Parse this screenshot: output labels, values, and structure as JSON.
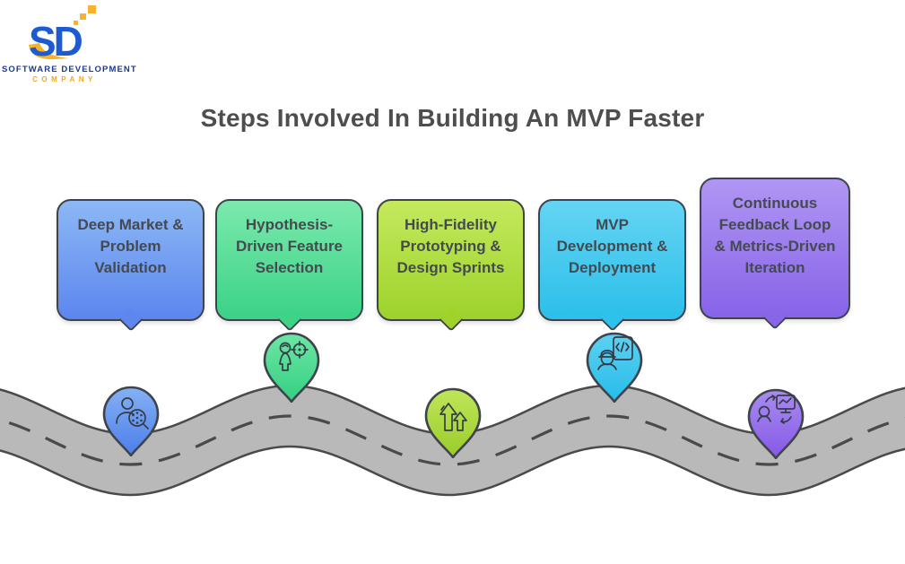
{
  "brand": {
    "logo_mark": "SD",
    "logo_line1": "SOFTWARE DEVELOPMENT",
    "logo_line2": "COMPANY",
    "logo_blue": "#1e5ad0",
    "logo_yellow": "#f6b32b"
  },
  "title": "Steps Involved In Building An MVP Faster",
  "steps": [
    {
      "label": "Deep Market & Problem Validation",
      "icon": "user-research-icon",
      "color_top": "#8cb8f5",
      "color_bottom": "#5c86ee"
    },
    {
      "label": "Hypothesis-Driven Feature Selection",
      "icon": "persona-target-icon",
      "color_top": "#7be9ad",
      "color_bottom": "#3bd286"
    },
    {
      "label": "High-Fidelity Prototyping & Design Sprints",
      "icon": "growth-arrows-icon",
      "color_top": "#c4e95d",
      "color_bottom": "#9dd22b"
    },
    {
      "label": "MVP Development & Deployment",
      "icon": "developer-code-icon",
      "color_top": "#65d4f3",
      "color_bottom": "#2bbfea"
    },
    {
      "label": "Continuous Feedback Loop & Metrics-Driven Iteration",
      "icon": "feedback-metrics-icon",
      "color_top": "#b096f3",
      "color_bottom": "#8763e8"
    }
  ],
  "road": {
    "fill": "#b9b9b9",
    "outline": "#4a4a4a",
    "centerline_style": "dashed"
  }
}
